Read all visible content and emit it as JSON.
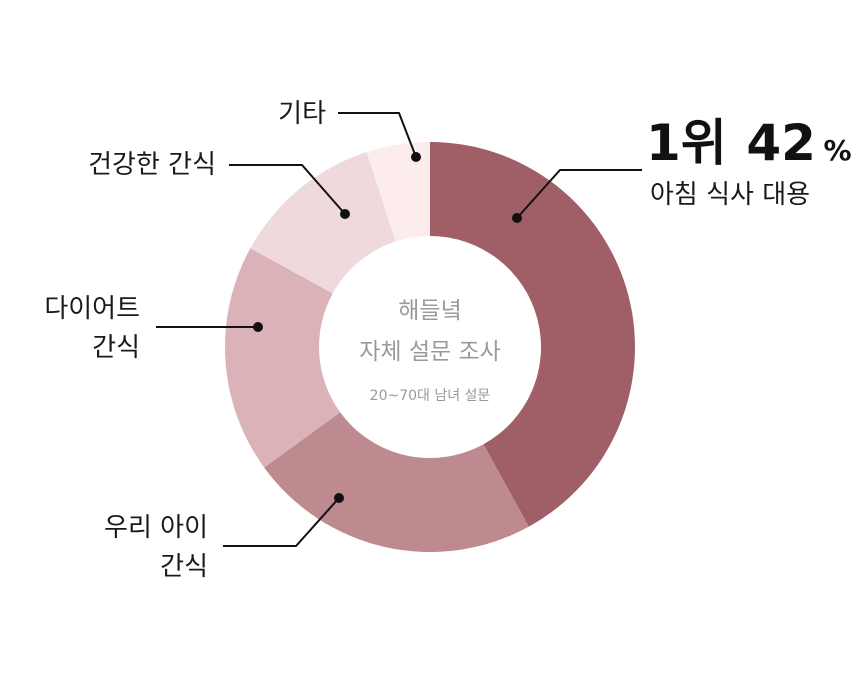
{
  "chart_data": {
    "type": "pie",
    "center_title_line1": "해들녘",
    "center_title_line2": "자체 설문 조사",
    "center_subtitle": "20~70대 남녀 설문",
    "top": {
      "rank": "1위",
      "value": "42",
      "unit": "%",
      "label": "아침 식사 대용"
    },
    "slices": [
      {
        "label": "아침 식사 대용",
        "value": 42,
        "color": "#a05f67"
      },
      {
        "label": "우리 아이 간식",
        "value": 23,
        "color": "#bd8a8f"
      },
      {
        "label": "다이어트 간식",
        "value": 18,
        "color": "#dab2b8"
      },
      {
        "label": "건강한 간식",
        "value": 12,
        "color": "#efd9dc"
      },
      {
        "label": "기타",
        "value": 5,
        "color": "#fcecec"
      }
    ],
    "labels": {
      "etc": "기타",
      "healthy": "건강한 간식",
      "diet_line1": "다이어트",
      "diet_line2": "간식",
      "kids_line1": "우리 아이",
      "kids_line2": "간식"
    }
  }
}
